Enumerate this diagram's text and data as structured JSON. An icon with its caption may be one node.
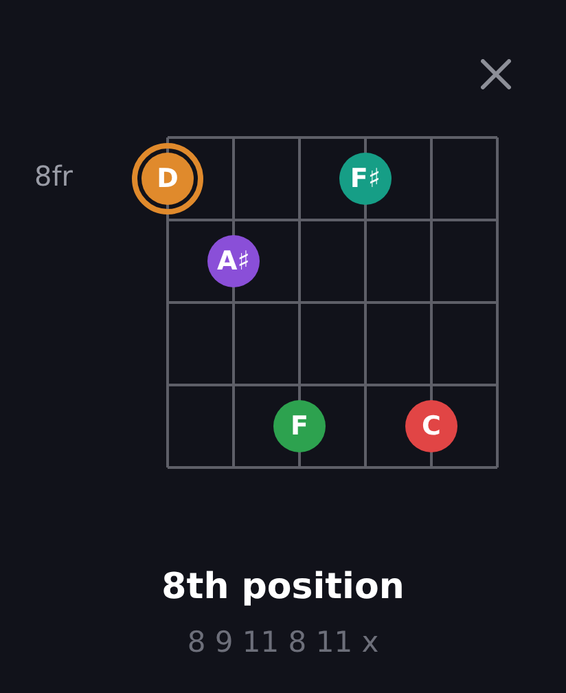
{
  "diagram": {
    "title": "8th position",
    "nodes": [
      {
        "text": [
          "D"
        ]
      },
      {
        "text": [
          "F♯"
        ]
      },
      {
        "text": [
          "A♯"
        ]
      },
      {
        "text": [
          "F"
        ]
      },
      {
        "text": [
          "C"
        ]
      }
    ],
    "labels": [
      "8fr",
      "8 9 11 8 11 x"
    ]
  }
}
